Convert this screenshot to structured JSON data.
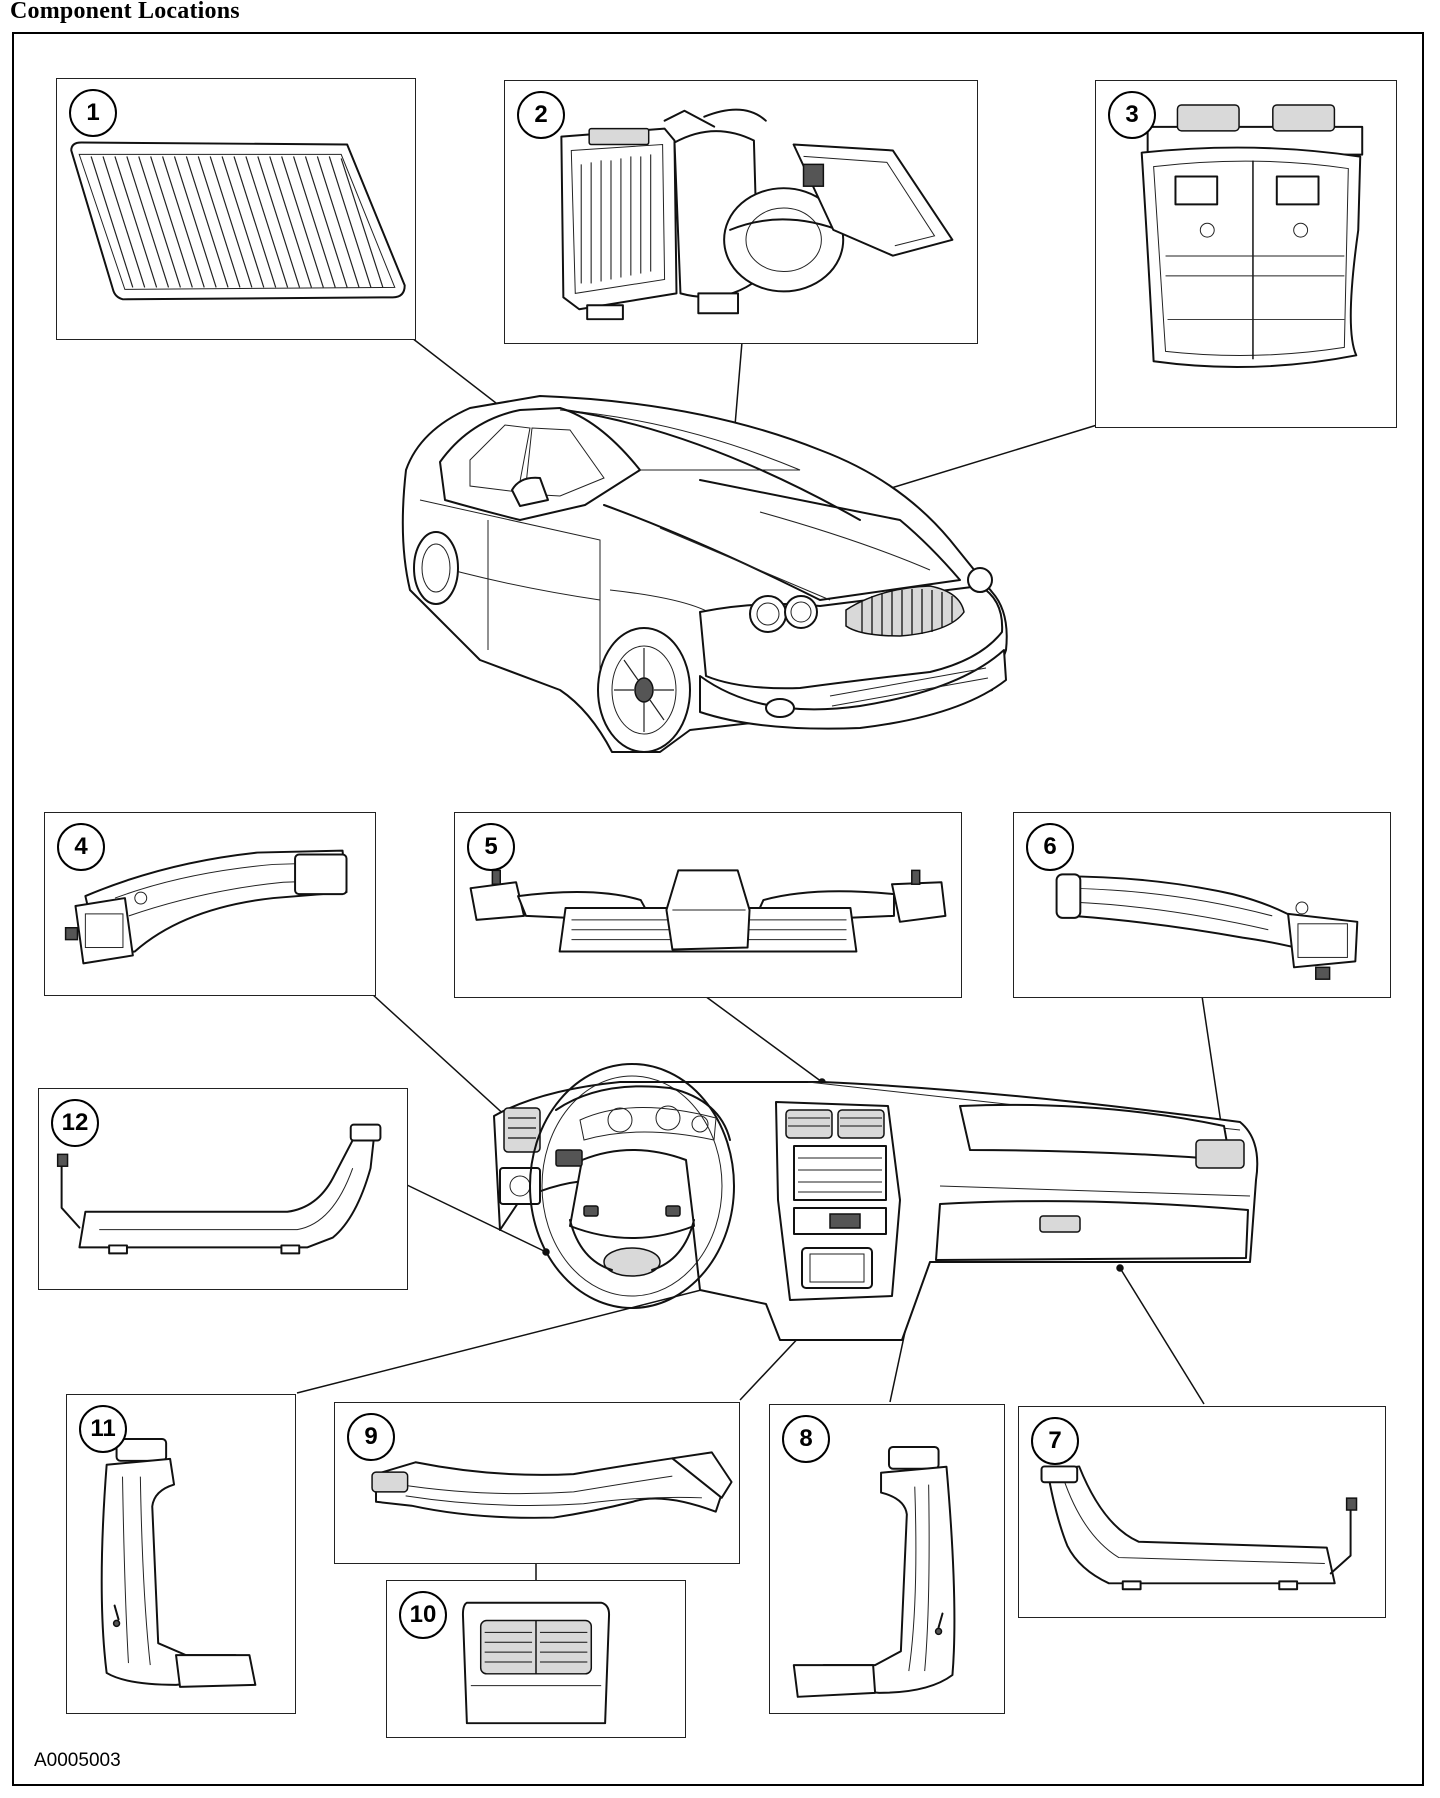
{
  "heading": "Component Locations",
  "figure_code": "A0005003",
  "callouts": [
    "1",
    "2",
    "3",
    "4",
    "5",
    "6",
    "7",
    "8",
    "9",
    "10",
    "11",
    "12"
  ]
}
